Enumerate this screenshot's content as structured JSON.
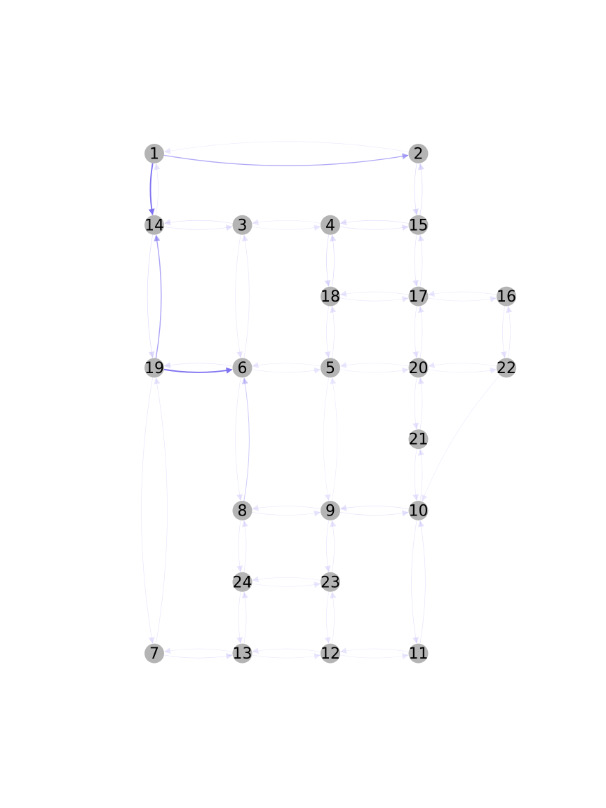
{
  "graph": {
    "node_color": "#b4b4b4",
    "edge_color": "#7b6ff0",
    "label_color": "#000000",
    "nodes": [
      {
        "id": "1",
        "col": 0,
        "row": 0
      },
      {
        "id": "2",
        "col": 3,
        "row": 0
      },
      {
        "id": "14",
        "col": 0,
        "row": 1
      },
      {
        "id": "3",
        "col": 1,
        "row": 1
      },
      {
        "id": "4",
        "col": 2,
        "row": 1
      },
      {
        "id": "15",
        "col": 3,
        "row": 1
      },
      {
        "id": "18",
        "col": 2,
        "row": 2
      },
      {
        "id": "17",
        "col": 3,
        "row": 2
      },
      {
        "id": "16",
        "col": 4,
        "row": 2
      },
      {
        "id": "19",
        "col": 0,
        "row": 3
      },
      {
        "id": "6",
        "col": 1,
        "row": 3
      },
      {
        "id": "5",
        "col": 2,
        "row": 3
      },
      {
        "id": "20",
        "col": 3,
        "row": 3
      },
      {
        "id": "22",
        "col": 4,
        "row": 3
      },
      {
        "id": "21",
        "col": 3,
        "row": 4
      },
      {
        "id": "8",
        "col": 1,
        "row": 5
      },
      {
        "id": "9",
        "col": 2,
        "row": 5
      },
      {
        "id": "10",
        "col": 3,
        "row": 5
      },
      {
        "id": "24",
        "col": 1,
        "row": 6
      },
      {
        "id": "23",
        "col": 2,
        "row": 6
      },
      {
        "id": "7",
        "col": 0,
        "row": 7
      },
      {
        "id": "13",
        "col": 1,
        "row": 7
      },
      {
        "id": "12",
        "col": 2,
        "row": 7
      },
      {
        "id": "11",
        "col": 3,
        "row": 7
      }
    ],
    "edges": [
      {
        "from": "1",
        "to": "2",
        "weight": 0.55
      },
      {
        "from": "2",
        "to": "1",
        "weight": 0.05
      },
      {
        "from": "1",
        "to": "14",
        "weight": 0.95
      },
      {
        "from": "14",
        "to": "1",
        "weight": 0.08
      },
      {
        "from": "2",
        "to": "15",
        "weight": 0.15
      },
      {
        "from": "15",
        "to": "2",
        "weight": 0.15
      },
      {
        "from": "14",
        "to": "3",
        "weight": 0.1
      },
      {
        "from": "3",
        "to": "14",
        "weight": 0.1
      },
      {
        "from": "14",
        "to": "19",
        "weight": 0.15
      },
      {
        "from": "19",
        "to": "14",
        "weight": 0.6
      },
      {
        "from": "3",
        "to": "6",
        "weight": 0.08
      },
      {
        "from": "6",
        "to": "3",
        "weight": 0.08
      },
      {
        "from": "3",
        "to": "4",
        "weight": 0.04
      },
      {
        "from": "4",
        "to": "3",
        "weight": 0.04
      },
      {
        "from": "4",
        "to": "15",
        "weight": 0.1
      },
      {
        "from": "15",
        "to": "4",
        "weight": 0.1
      },
      {
        "from": "4",
        "to": "18",
        "weight": 0.15
      },
      {
        "from": "18",
        "to": "4",
        "weight": 0.15
      },
      {
        "from": "15",
        "to": "17",
        "weight": 0.1
      },
      {
        "from": "17",
        "to": "15",
        "weight": 0.1
      },
      {
        "from": "18",
        "to": "17",
        "weight": 0.06
      },
      {
        "from": "17",
        "to": "18",
        "weight": 0.06
      },
      {
        "from": "17",
        "to": "16",
        "weight": 0.05
      },
      {
        "from": "16",
        "to": "17",
        "weight": 0.05
      },
      {
        "from": "18",
        "to": "5",
        "weight": 0.08
      },
      {
        "from": "5",
        "to": "18",
        "weight": 0.08
      },
      {
        "from": "17",
        "to": "20",
        "weight": 0.08
      },
      {
        "from": "20",
        "to": "17",
        "weight": 0.08
      },
      {
        "from": "16",
        "to": "22",
        "weight": 0.08
      },
      {
        "from": "22",
        "to": "16",
        "weight": 0.08
      },
      {
        "from": "19",
        "to": "6",
        "weight": 0.95
      },
      {
        "from": "6",
        "to": "19",
        "weight": 0.1
      },
      {
        "from": "6",
        "to": "5",
        "weight": 0.05
      },
      {
        "from": "5",
        "to": "6",
        "weight": 0.05
      },
      {
        "from": "5",
        "to": "20",
        "weight": 0.04
      },
      {
        "from": "20",
        "to": "5",
        "weight": 0.04
      },
      {
        "from": "20",
        "to": "22",
        "weight": 0.04
      },
      {
        "from": "22",
        "to": "20",
        "weight": 0.04
      },
      {
        "from": "20",
        "to": "21",
        "weight": 0.08
      },
      {
        "from": "21",
        "to": "20",
        "weight": 0.08
      },
      {
        "from": "21",
        "to": "10",
        "weight": 0.08
      },
      {
        "from": "10",
        "to": "21",
        "weight": 0.08
      },
      {
        "from": "22",
        "to": "10",
        "weight": 0.04
      },
      {
        "from": "6",
        "to": "8",
        "weight": 0.08
      },
      {
        "from": "8",
        "to": "6",
        "weight": 0.3
      },
      {
        "from": "5",
        "to": "9",
        "weight": 0.04
      },
      {
        "from": "9",
        "to": "5",
        "weight": 0.04
      },
      {
        "from": "8",
        "to": "9",
        "weight": 0.06
      },
      {
        "from": "9",
        "to": "8",
        "weight": 0.06
      },
      {
        "from": "9",
        "to": "10",
        "weight": 0.1
      },
      {
        "from": "10",
        "to": "9",
        "weight": 0.1
      },
      {
        "from": "8",
        "to": "24",
        "weight": 0.08
      },
      {
        "from": "24",
        "to": "8",
        "weight": 0.08
      },
      {
        "from": "9",
        "to": "23",
        "weight": 0.08
      },
      {
        "from": "23",
        "to": "9",
        "weight": 0.08
      },
      {
        "from": "24",
        "to": "23",
        "weight": 0.04
      },
      {
        "from": "23",
        "to": "24",
        "weight": 0.04
      },
      {
        "from": "10",
        "to": "11",
        "weight": 0.1
      },
      {
        "from": "11",
        "to": "10",
        "weight": 0.1
      },
      {
        "from": "19",
        "to": "7",
        "weight": 0.08
      },
      {
        "from": "7",
        "to": "19",
        "weight": 0.08
      },
      {
        "from": "7",
        "to": "13",
        "weight": 0.1
      },
      {
        "from": "13",
        "to": "7",
        "weight": 0.05
      },
      {
        "from": "24",
        "to": "13",
        "weight": 0.08
      },
      {
        "from": "13",
        "to": "24",
        "weight": 0.08
      },
      {
        "from": "13",
        "to": "12",
        "weight": 0.04
      },
      {
        "from": "12",
        "to": "13",
        "weight": 0.04
      },
      {
        "from": "23",
        "to": "12",
        "weight": 0.06
      },
      {
        "from": "12",
        "to": "23",
        "weight": 0.06
      },
      {
        "from": "12",
        "to": "11",
        "weight": 0.04
      },
      {
        "from": "11",
        "to": "12",
        "weight": 0.04
      }
    ]
  }
}
